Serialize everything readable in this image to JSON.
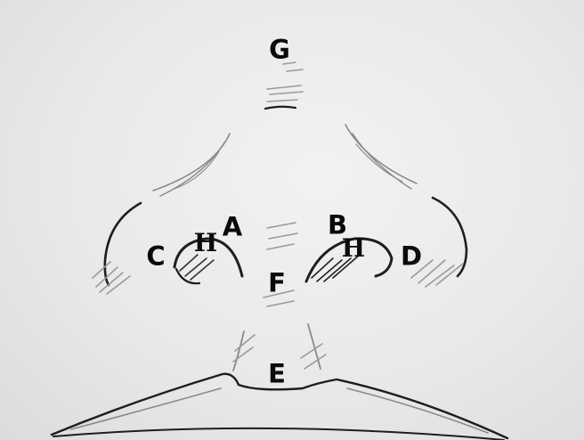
{
  "figure": {
    "labels": {
      "g": "G",
      "a": "A",
      "b": "B",
      "h_left": "H",
      "h_right": "H",
      "c": "C",
      "d": "D",
      "f": "F",
      "e": "E"
    }
  },
  "colors": {
    "paper": "#ebebeb",
    "ink": "#1e1e1e",
    "pencil": "#8a8a8a"
  }
}
